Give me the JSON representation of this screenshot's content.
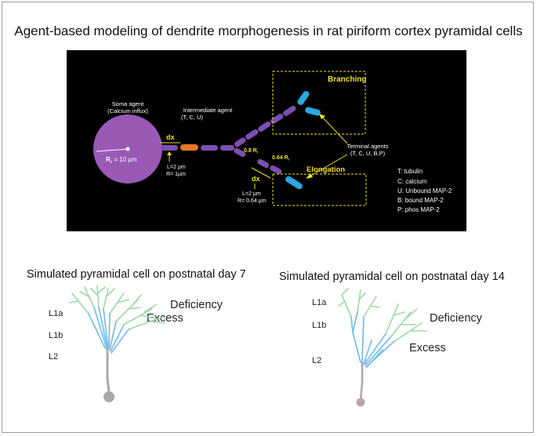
{
  "title": "Agent-based modeling of dendrite morphogenesis in rat piriform cortex pyramidal cells",
  "panel": {
    "soma_label_1": "Soma agent",
    "soma_label_2": "(Calcium influx)",
    "soma_radius": "R",
    "soma_radius_sub": "s",
    "soma_radius_value": "= 10 µm",
    "intermediate_label_1": "Intermediate agent",
    "intermediate_label_2": "(T, C, U)",
    "dx": "dx",
    "dx2": "dx",
    "seg1_length": "L=2 µm",
    "seg1_radius": "R= 1µm",
    "seg2_length": "L=2 µm",
    "seg2_radius": "R= 0.64 µm",
    "ratio1": "0.8 R",
    "ratio1_sub": "i",
    "ratio2": "0.64 R",
    "ratio2_sub": "i",
    "branching": "Branching",
    "elongation": "Elongation",
    "terminal_label_1": "Terminal agents",
    "terminal_label_2": "(T, C, U, B,P)",
    "legend": [
      "T: tubulin",
      "C: calcium",
      "U: Unbound MAP-2",
      "B: bound MAP-2",
      "P: phos MAP-2"
    ],
    "colors": {
      "soma": "#9b59b6",
      "dendrite": "#7b4fb0",
      "intermediate": "#e8762a",
      "terminal": "#29a8e0",
      "annotation": "#f2e21c"
    }
  },
  "cell_day7": {
    "caption": "Simulated pyramidal cell on postnatal day 7",
    "layers": [
      "L1a",
      "L1b",
      "L2"
    ],
    "deficiency": "Deficiency",
    "excess": "Excess"
  },
  "cell_day14": {
    "caption": "Simulated pyramidal cell on postnatal day 14",
    "layers": [
      "L1a",
      "L1b",
      "L2"
    ],
    "deficiency": "Deficiency",
    "excess": "Excess"
  }
}
